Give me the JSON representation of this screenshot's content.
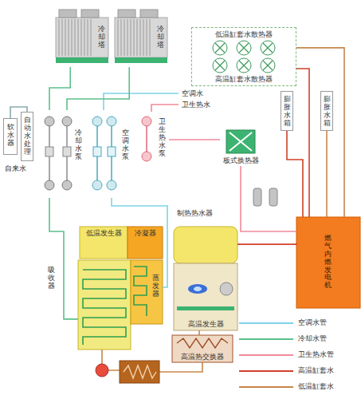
{
  "diagram": {
    "nodes": [
      {
        "text": [
          "冷却塔"
        ]
      },
      {
        "text": [
          "冷却塔"
        ]
      },
      {
        "text": [
          "低温缸套水散热器",
          "高温缸套水散热器"
        ]
      },
      {
        "text": [
          "膨胀水箱"
        ]
      },
      {
        "text": [
          "膨胀水箱"
        ]
      },
      {
        "text": [
          "软水器"
        ]
      },
      {
        "text": [
          "自动水处理"
        ]
      },
      {
        "text": [
          "冷却水泵"
        ]
      },
      {
        "text": [
          "空调水泵"
        ]
      },
      {
        "text": [
          "卫生热水泵"
        ]
      },
      {
        "text": [
          "板式换热器"
        ]
      },
      {
        "text": [
          "低温发生器"
        ]
      },
      {
        "text": [
          "冷凝器"
        ]
      },
      {
        "text": [
          "吸收器"
        ]
      },
      {
        "text": [
          "蒸发器"
        ]
      },
      {
        "text": [
          "高温发生器"
        ]
      },
      {
        "text": [
          "高温热交换器"
        ]
      },
      {
        "text": [
          "燃气内燃发电机"
        ]
      }
    ],
    "edges": [
      {
        "from": 0,
        "to": 7,
        "arrow": "none"
      },
      {
        "from": 1,
        "to": 7,
        "arrow": "none"
      },
      {
        "from": 7,
        "to": 13,
        "arrow": "none"
      },
      {
        "from": 8,
        "to": 14,
        "arrow": "none"
      },
      {
        "from": 9,
        "to": 10,
        "arrow": "none"
      },
      {
        "from": 17,
        "to": 2,
        "arrow": "none"
      },
      {
        "from": 17,
        "to": 2,
        "arrow": "none"
      },
      {
        "from": 3,
        "to": 17,
        "arrow": "none"
      },
      {
        "from": 4,
        "to": 17,
        "arrow": "none"
      },
      {
        "from": 17,
        "to": 15,
        "arrow": "none"
      },
      {
        "from": 15,
        "to": 16,
        "arrow": "none"
      },
      {
        "from": 5,
        "to": 6,
        "arrow": "none"
      },
      {
        "from": 10,
        "to": 17,
        "arrow": "none"
      }
    ],
    "labels": [
      "空调水",
      "卫生热水",
      "自来水",
      "制热热水器"
    ],
    "legend": [
      {
        "text": "空调水管"
      },
      {
        "text": "冷却水管"
      },
      {
        "text": "卫生热水管"
      },
      {
        "text": "高温缸套水"
      },
      {
        "text": "低温缸套水"
      }
    ]
  }
}
